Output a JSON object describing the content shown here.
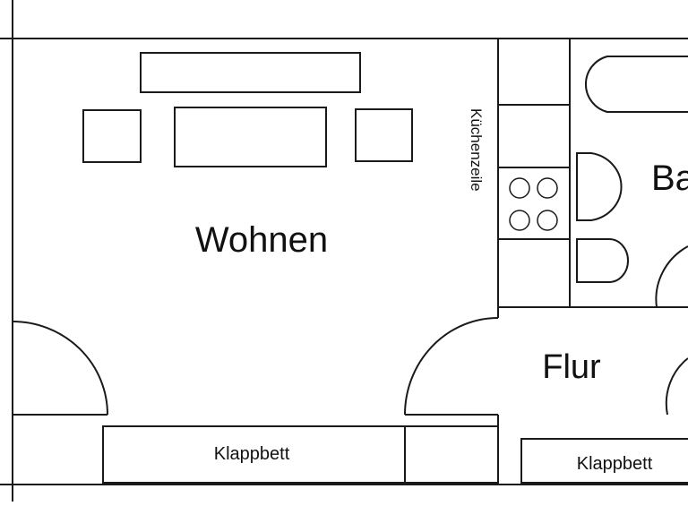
{
  "rooms": {
    "living": "Wohnen",
    "hall": "Flur",
    "bath": "Ba"
  },
  "fixtures": {
    "kitchen": "Küchenzeile",
    "foldbed_left": "Klappbett",
    "foldbed_right": "Klappbett"
  }
}
